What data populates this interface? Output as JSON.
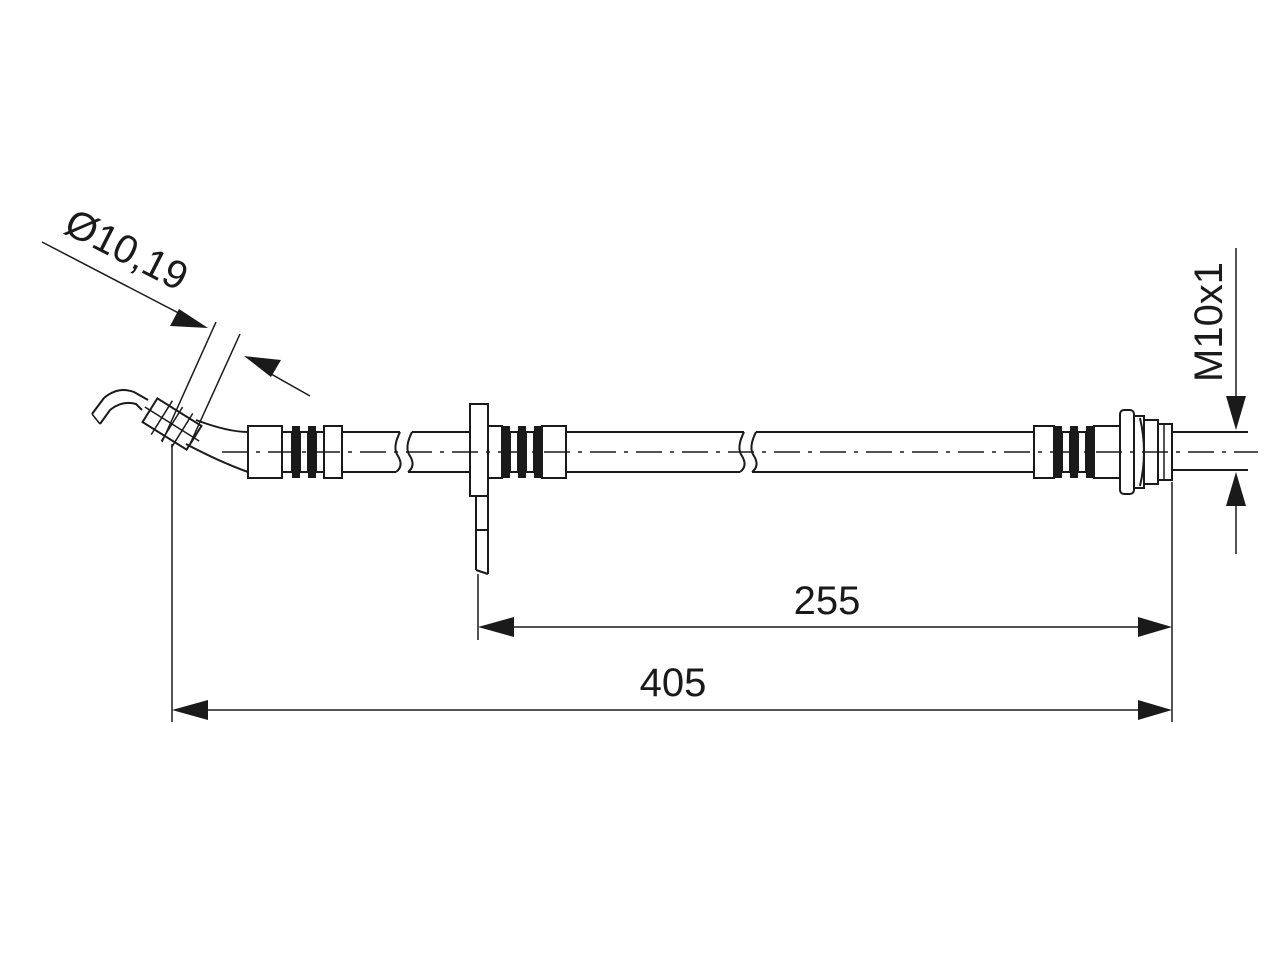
{
  "dimensions": {
    "diameter": "Ø10,19",
    "thread": "M10x1",
    "bracket_length": "255",
    "total_length": "405"
  }
}
